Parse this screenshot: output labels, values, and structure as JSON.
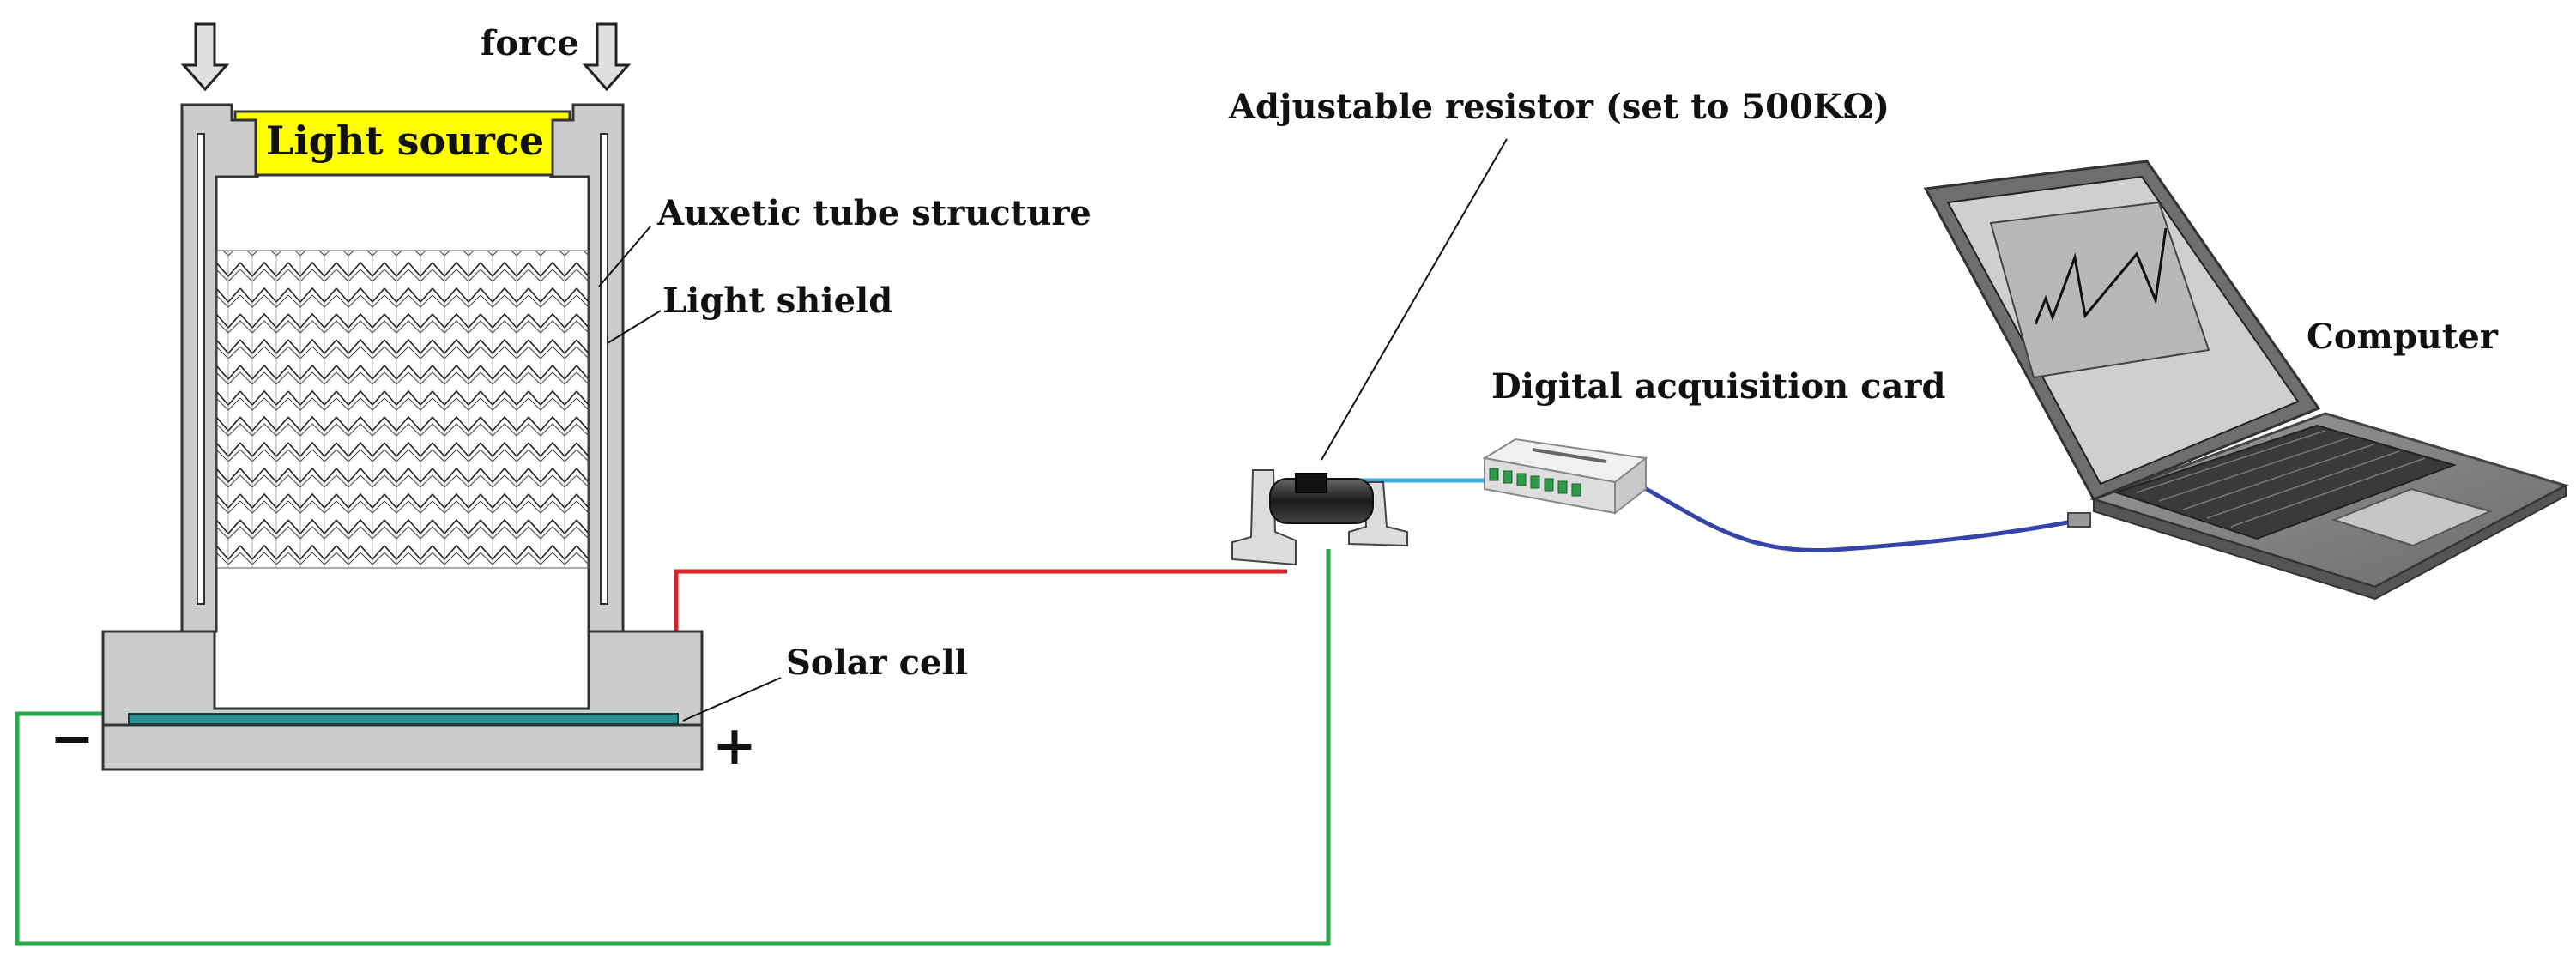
{
  "labels": {
    "force": "force",
    "light_source": "Light source",
    "auxetic_tube": "Auxetic tube structure",
    "light_shield": "Light shield",
    "solar_cell": "Solar cell",
    "resistor": "Adjustable resistor (set to 500KΩ)",
    "daq": "Digital acquisition card",
    "computer": "Computer",
    "minus": "−",
    "plus": "+"
  },
  "colors": {
    "housing": "#cccccc",
    "light_source": "#ffff00",
    "wire_positive": "#d9232b",
    "wire_negative": "#2aa84a",
    "wire_cyan": "#39a9dc",
    "wire_usb": "#3444a8",
    "solar_cell": "#2f8f8f"
  },
  "icons": [
    "force-arrow-icon",
    "resistor-icon",
    "daq-card-icon",
    "laptop-icon"
  ]
}
